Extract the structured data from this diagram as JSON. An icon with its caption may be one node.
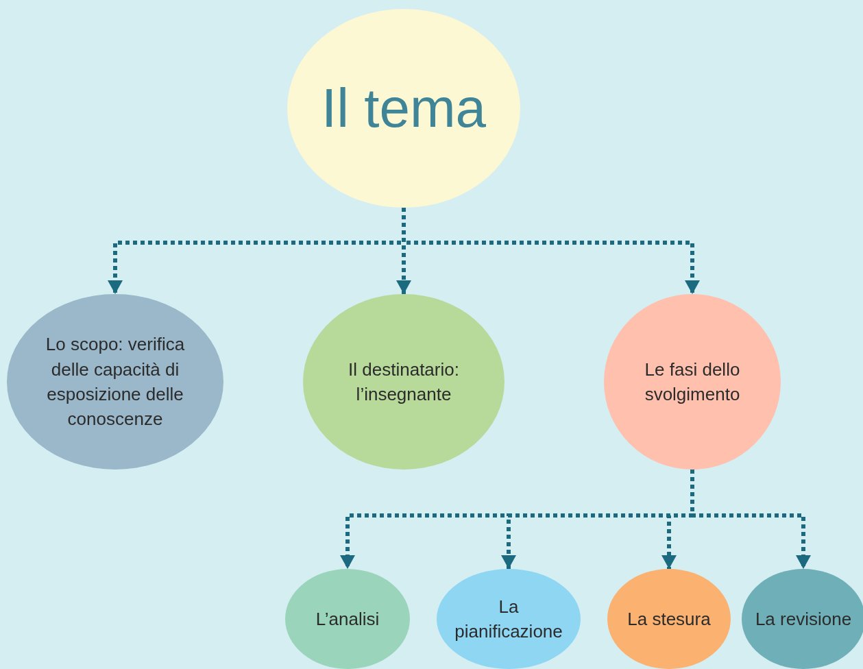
{
  "diagram": {
    "nodes": [
      {
        "text": [
          "Il tema"
        ]
      },
      {
        "text": [
          "Lo scopo: verifica delle capacità di esposizione delle conoscenze"
        ]
      },
      {
        "text": [
          "Il destinatario: l’insegnante"
        ]
      },
      {
        "text": [
          "Le fasi dello svolgimento"
        ]
      },
      {
        "text": [
          "L’analisi"
        ]
      },
      {
        "text": [
          "La pianificazione"
        ]
      },
      {
        "text": [
          "La stesura"
        ]
      },
      {
        "text": [
          "La revisione"
        ]
      }
    ],
    "edges": [
      {
        "from": 0,
        "to": 1,
        "arrow": "to",
        "style": "dashed"
      },
      {
        "from": 0,
        "to": 2,
        "arrow": "to",
        "style": "dashed"
      },
      {
        "from": 0,
        "to": 3,
        "arrow": "to",
        "style": "dashed"
      },
      {
        "from": 3,
        "to": 4,
        "arrow": "to",
        "style": "dashed"
      },
      {
        "from": 3,
        "to": 5,
        "arrow": "to",
        "style": "dashed"
      },
      {
        "from": 3,
        "to": 6,
        "arrow": "to",
        "style": "dashed"
      },
      {
        "from": 3,
        "to": 7,
        "arrow": "to",
        "style": "dashed"
      }
    ]
  }
}
